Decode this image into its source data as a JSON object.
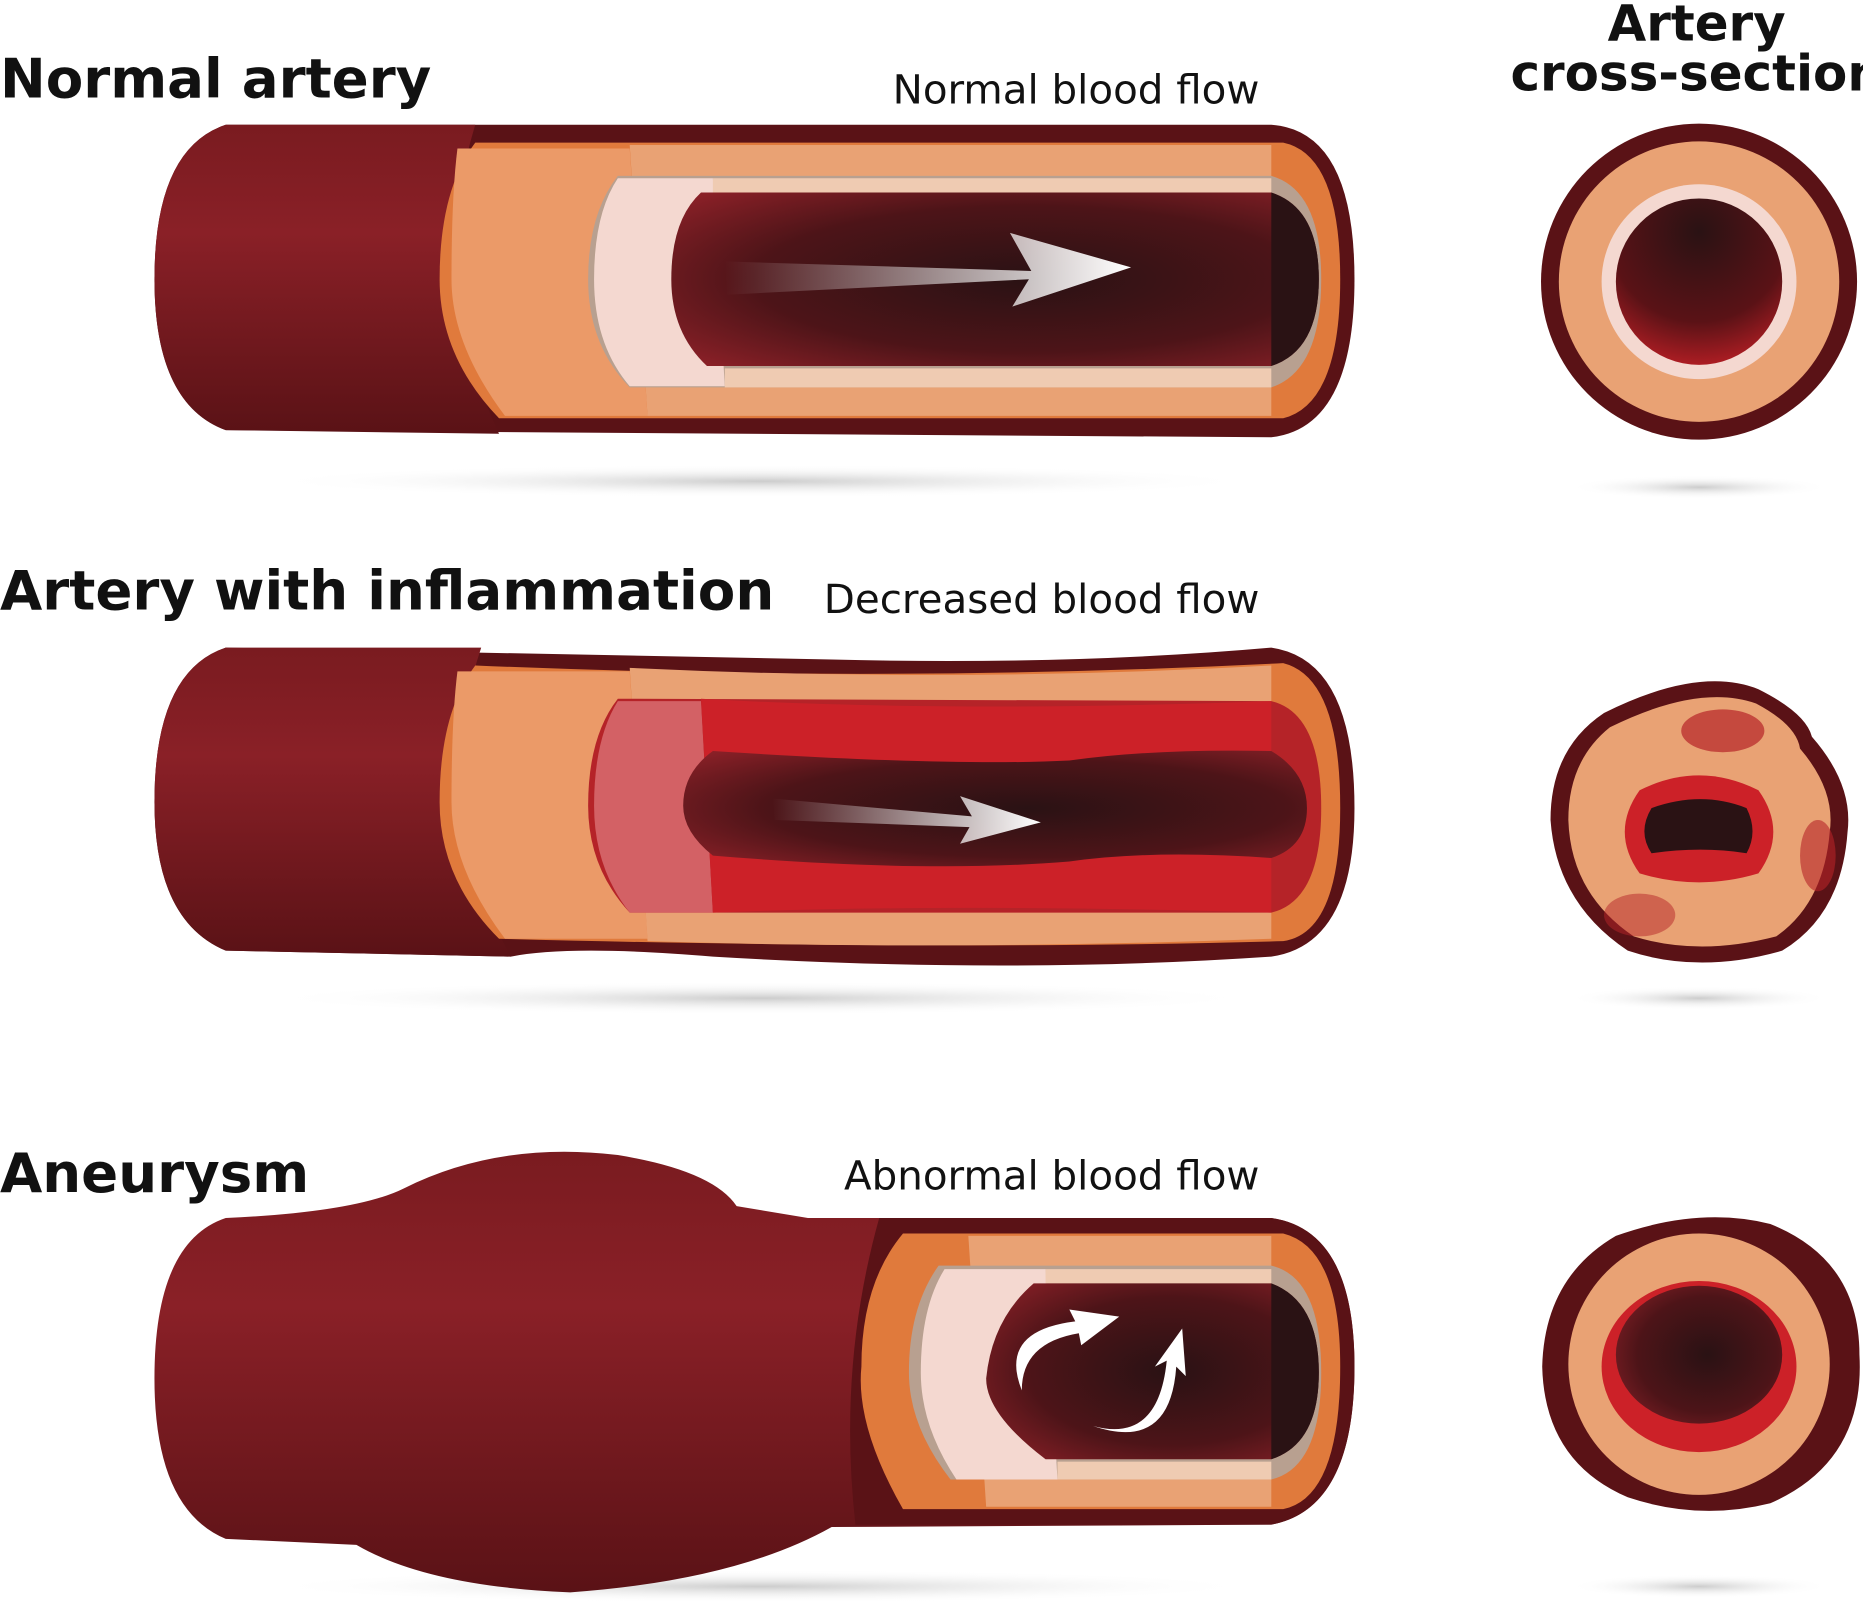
{
  "labels": {
    "normal_title": "Normal artery",
    "normal_flow": "Normal blood flow",
    "inflamed_title": "Artery with inflammation",
    "inflamed_flow": "Decreased blood flow",
    "aneurysm_title": "Aneurysm",
    "aneurysm_flow": "Abnormal blood flow",
    "cross_title_line1": "Artery",
    "cross_title_line2": "cross-section"
  },
  "colors": {
    "outer_wall": "#8a2027",
    "outer_dark": "#5a1216",
    "media": "#e9a274",
    "media_edge": "#e07a3c",
    "intima": "#f4d8d0",
    "lumen_dark": "#2a1214",
    "inflamed_red": "#cc2128"
  }
}
